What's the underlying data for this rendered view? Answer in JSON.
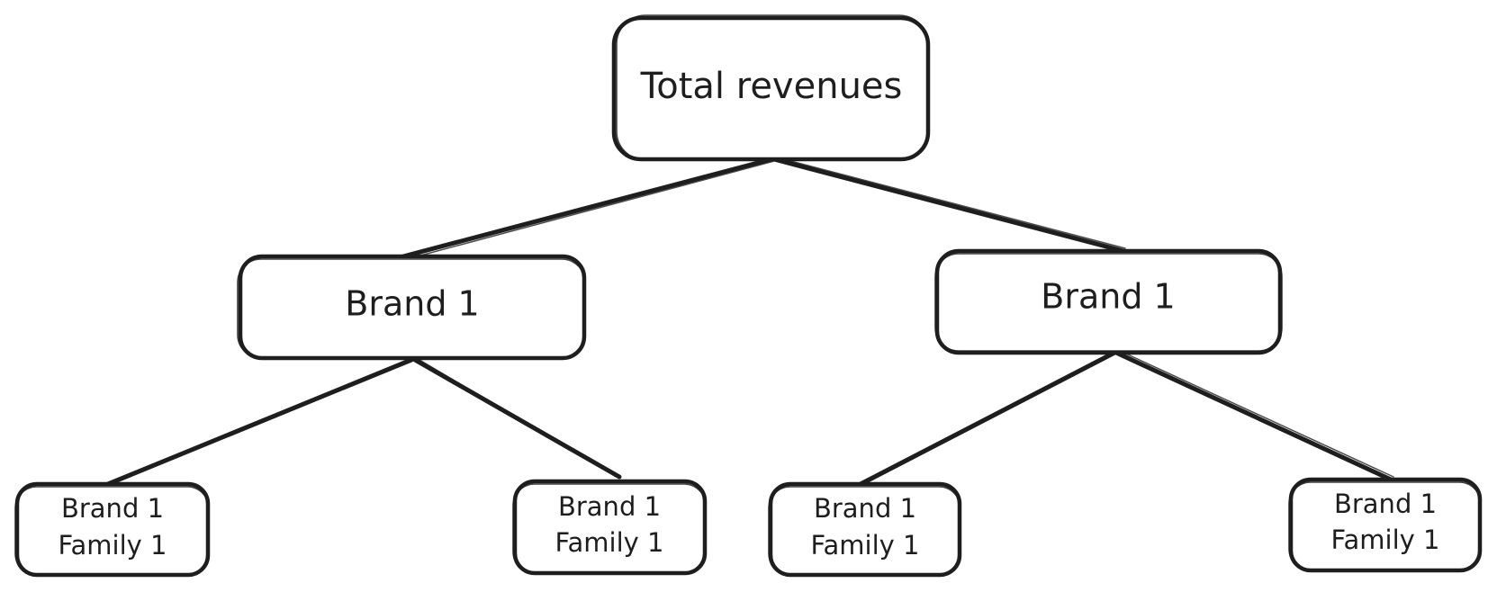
{
  "diagram": {
    "root": {
      "label": "Total revenues"
    },
    "brands": [
      {
        "label": "Brand 1",
        "families": [
          {
            "line1": "Brand 1",
            "line2": "Family 1"
          },
          {
            "line1": "Brand 1",
            "line2": "Family 1"
          }
        ]
      },
      {
        "label": "Brand 1",
        "families": [
          {
            "line1": "Brand 1",
            "line2": "Family 1"
          },
          {
            "line1": "Brand 1",
            "line2": "Family 1"
          }
        ]
      }
    ]
  },
  "colors": {
    "stroke": "#1e1e1e",
    "background": "#ffffff"
  }
}
